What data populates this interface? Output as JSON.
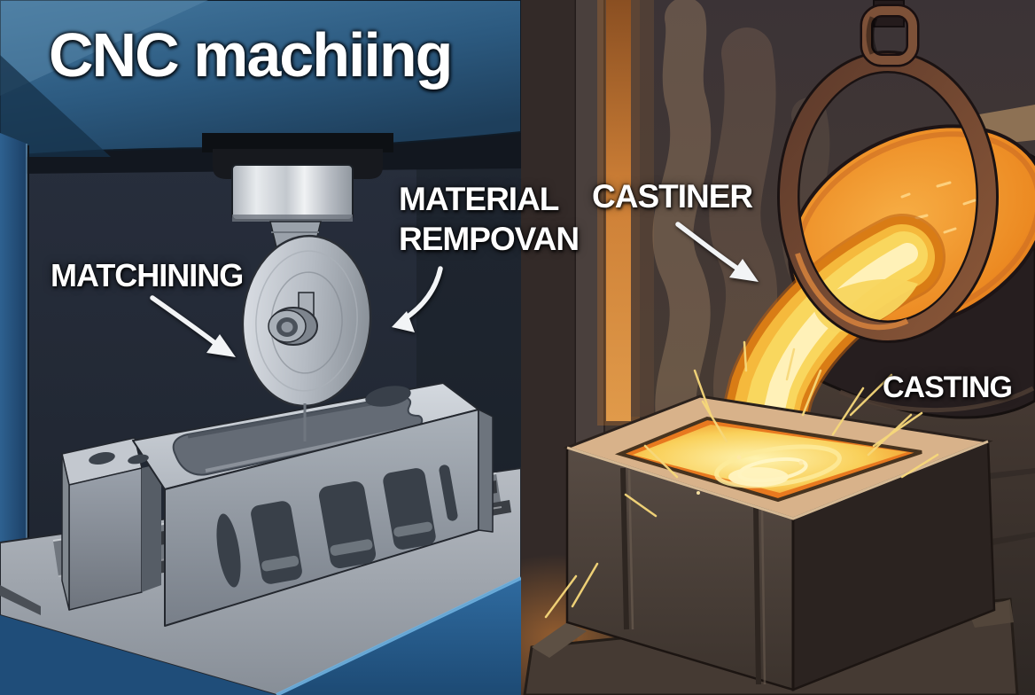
{
  "left": {
    "title": "CNC machiing",
    "labels": {
      "machining": "MATCHINING",
      "material_line1": "MATERIAL",
      "material_line2": "REMPOVAN"
    }
  },
  "right": {
    "labels": {
      "pour": "CASTINER",
      "casting": "CASTING"
    }
  },
  "icons": {
    "machining_arrow": "curved-arrow-down-right",
    "material_removal_arrow": "curved-arrow-down-left",
    "castiner_arrow": "curved-arrow-down-right"
  },
  "colors": {
    "left_background": "#232b38",
    "machine_frame_blue": "#2c5a80",
    "table_front_blue": "#2f6ba0",
    "metal_light": "#ccd1d8",
    "metal_mid": "#9aa1ab",
    "metal_dark": "#394049",
    "right_background": "#3b3336",
    "orange_pillar": "#cd7f36",
    "ladle_ring_brown": "#7d5138",
    "molten_orange": "#ec8a22",
    "molten_yellow": "#f9d75e",
    "molten_highlight": "#fff1b8",
    "mold_rim_tan": "#d8b28a",
    "mold_body": "#453a33",
    "spark_yellow": "#f7d87a",
    "label_text": "#ffffff"
  }
}
